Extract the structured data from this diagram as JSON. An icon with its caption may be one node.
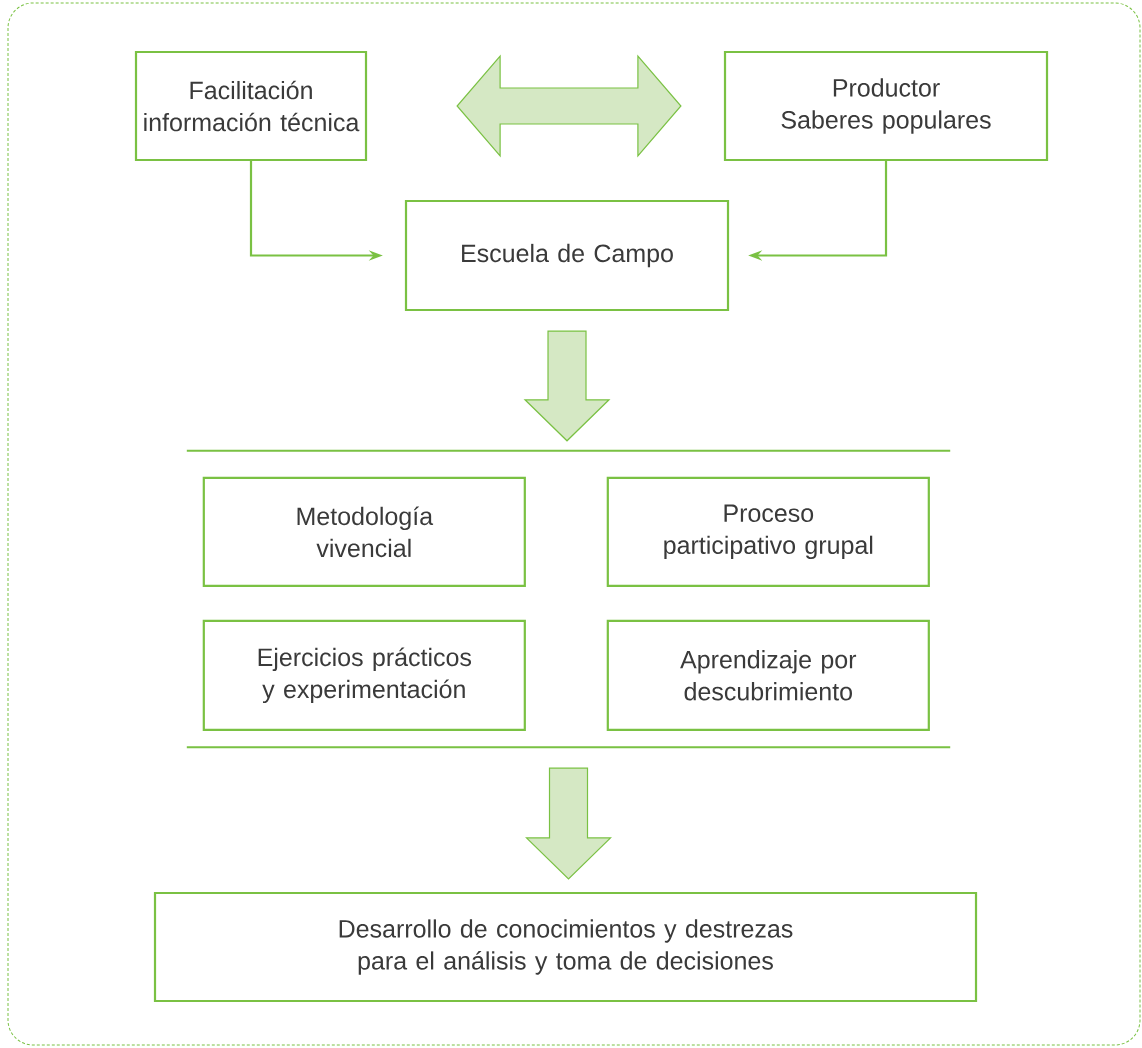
{
  "diagram": {
    "nodes": [
      {
        "text": [
          "Facilitación información técnica"
        ]
      },
      {
        "text": [
          "Productor",
          "Saberes populares"
        ]
      },
      {
        "text": [
          "Escuela de Campo"
        ]
      },
      {
        "text": [],
        "shape": "band"
      },
      {
        "text": [
          "Metodología vivencial"
        ],
        "in": 3
      },
      {
        "text": [
          "Proceso participativo grupal"
        ],
        "in": 3
      },
      {
        "text": [
          "Ejercicios prácticos y experimentación"
        ],
        "in": 3
      },
      {
        "text": [
          "Aprendizaje por descubrimiento"
        ],
        "in": 3
      },
      {
        "text": [
          "Desarrollo de conocimientos y destrezas para el análisis y toma de decisiones"
        ]
      }
    ],
    "edges": [
      {
        "from": 0,
        "to": 1,
        "arrow": "both",
        "style": "thick"
      },
      {
        "from": 0,
        "to": 2,
        "arrow": "to"
      },
      {
        "from": 1,
        "to": 2,
        "arrow": "to"
      },
      {
        "from": 2,
        "to": 3,
        "arrow": "to",
        "style": "thick"
      },
      {
        "from": 3,
        "to": 8,
        "arrow": "to",
        "style": "thick"
      }
    ]
  }
}
